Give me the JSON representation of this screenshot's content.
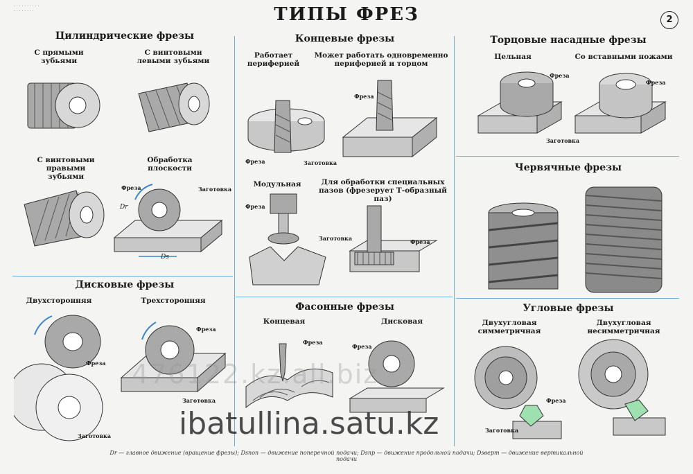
{
  "page": {
    "title": "ТИПЫ ФРЕЗ",
    "page_number": "2"
  },
  "sections": {
    "cylindrical": {
      "title": "Цилиндрические фрезы",
      "items": [
        "С прямыми зубьями",
        "С винтовыми левыми зубьями",
        "С винтовыми правыми зубьями",
        "Обработка плоскости"
      ]
    },
    "end": {
      "title": "Концевые фрезы",
      "items": [
        "Работает периферией",
        "Может работать одновременно периферией и торцом",
        "Модульная",
        "Для обработки специальных пазов (фрезерует Т-образный паз)"
      ]
    },
    "face": {
      "title": "Торцовые насадные фрезы",
      "items": [
        "Цельная",
        "Со вставными ножами"
      ]
    },
    "worm": {
      "title": "Червячные фрезы"
    },
    "disc": {
      "title": "Дисковые фрезы",
      "items": [
        "Двухсторонняя",
        "Трехсторонняя"
      ]
    },
    "shaped": {
      "title": "Фасонные фрезы",
      "items": [
        "Концевая",
        "Дисковая"
      ]
    },
    "angle": {
      "title": "Угловые фрезы",
      "items": [
        "Двухугловая симметричная",
        "Двухугловая несимметричная"
      ]
    }
  },
  "callouts": {
    "cutter": "Фреза",
    "workpiece": "Заготовка",
    "dr": "Dr",
    "ds": "Ds"
  },
  "watermarks": {
    "faded": "476122.kz.all.biz",
    "main": "ibatullina.satu.kz"
  },
  "footer": "Dr — главное движение (вращение фрезы); Dsпоп — движение поперечной подачи; Dsпр — движение продольной подачи; Dsверт — движение вертикальной подачи",
  "colors": {
    "divider": "#6fb0d8",
    "arrow": "#3a86c8",
    "metal": "#9a9a9a"
  }
}
